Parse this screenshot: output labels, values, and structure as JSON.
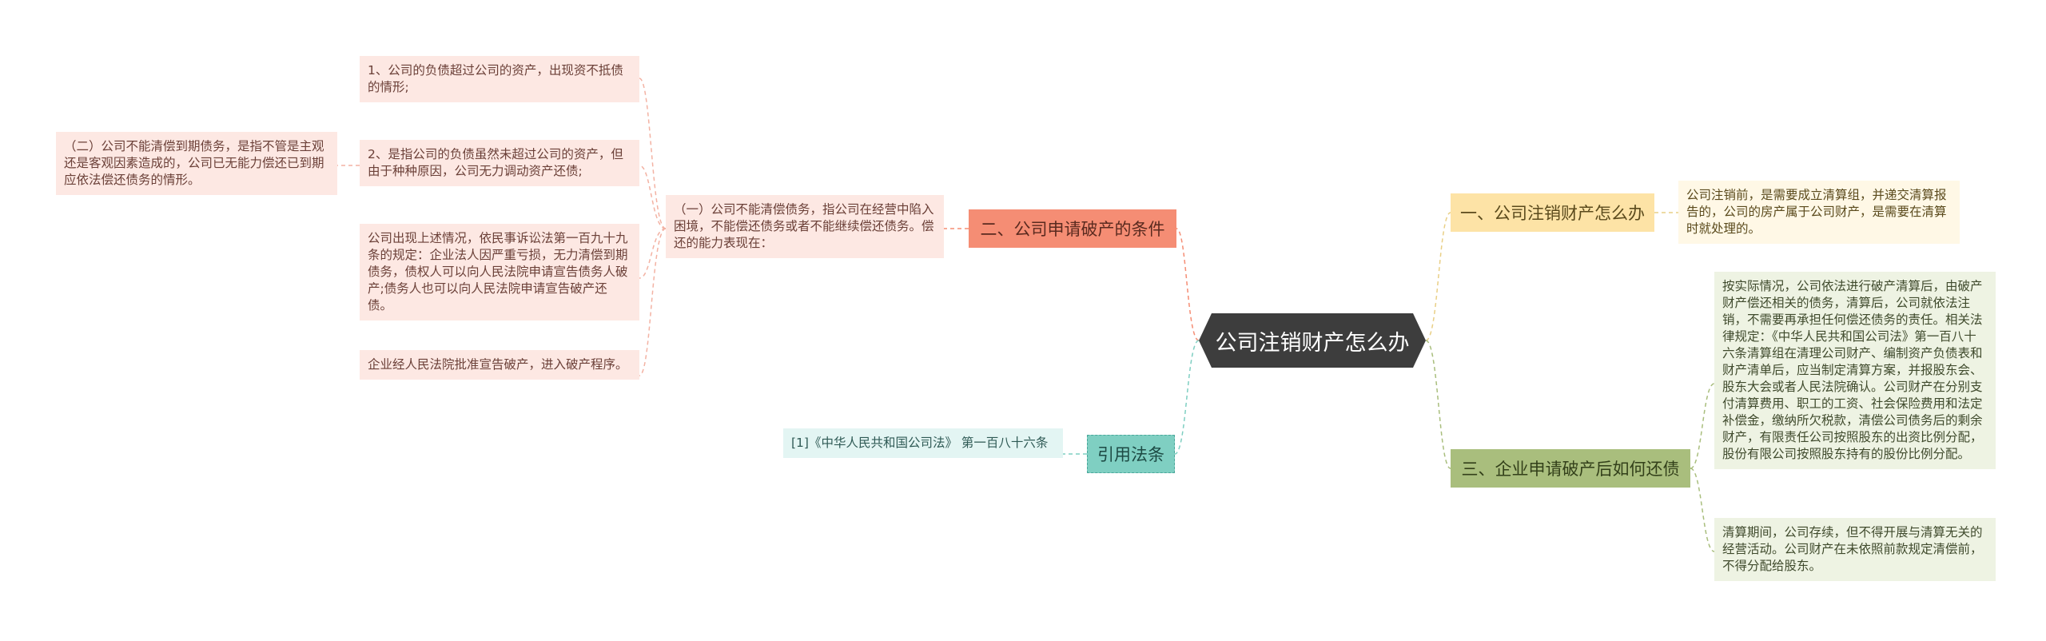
{
  "root": {
    "label": "公司注销财产怎么办"
  },
  "branches": {
    "conditions": {
      "label": "二、公司申请破产的条件",
      "sub": "（一）公司不能清偿债务，指公司在经营中陷入困境，不能偿还债务或者不能继续偿还债务。偿还的能力表现在：",
      "items": [
        "1、公司的负债超过公司的资产，出现资不抵债的情形;",
        "2、是指公司的负债虽然未超过公司的资产，但由于种种原因，公司无力调动资产还债;",
        "公司出现上述情况，依民事诉讼法第一百九十九条的规定：企业法人因严重亏损，无力清偿到期债务，债权人可以向人民法院申请宣告债务人破产;债务人也可以向人民法院申请宣告破产还债。",
        "企业经人民法院批准宣告破产，进入破产程序。"
      ],
      "note": "（二）公司不能清偿到期债务，是指不管是主观还是客观因素造成的，公司已无能力偿还已到期应依法偿还债务的情形。"
    },
    "law": {
      "label": "引用法条",
      "items": [
        "[1]《中华人民共和国公司法》 第一百八十六条"
      ]
    },
    "how": {
      "label": "一、公司注销财产怎么办",
      "items": [
        "公司注销前，是需要成立清算组，并递交清算报告的，公司的房产属于公司财产，是需要在清算时就处理的。"
      ]
    },
    "debts": {
      "label": "三、企业申请破产后如何还债",
      "items": [
        "按实际情况，公司依法进行破产清算后，由破产财产偿还相关的债务，清算后，公司就依法注销，不需要再承担任何偿还债务的责任。相关法律规定：《中华人民共和国公司法》第一百八十六条清算组在清理公司财产、编制资产负债表和财产清单后，应当制定清算方案，并报股东会、股东大会或者人民法院确认。公司财产在分别支付清算费用、职工的工资、社会保险费用和法定补偿金，缴纳所欠税款，清偿公司债务后的剩余财产，有限责任公司按照股东的出资比例分配，股份有限公司按照股东持有的股份比例分配。",
        "清算期间，公司存续，但不得开展与清算无关的经营活动。公司财产在未依照前款规定清偿前，不得分配给股东。"
      ]
    }
  },
  "colors": {
    "root": "#3d3d3d",
    "red": "#f58d74",
    "teal": "#7fcfc2",
    "yellow": "#fde3a6",
    "green": "#a9be7d"
  }
}
